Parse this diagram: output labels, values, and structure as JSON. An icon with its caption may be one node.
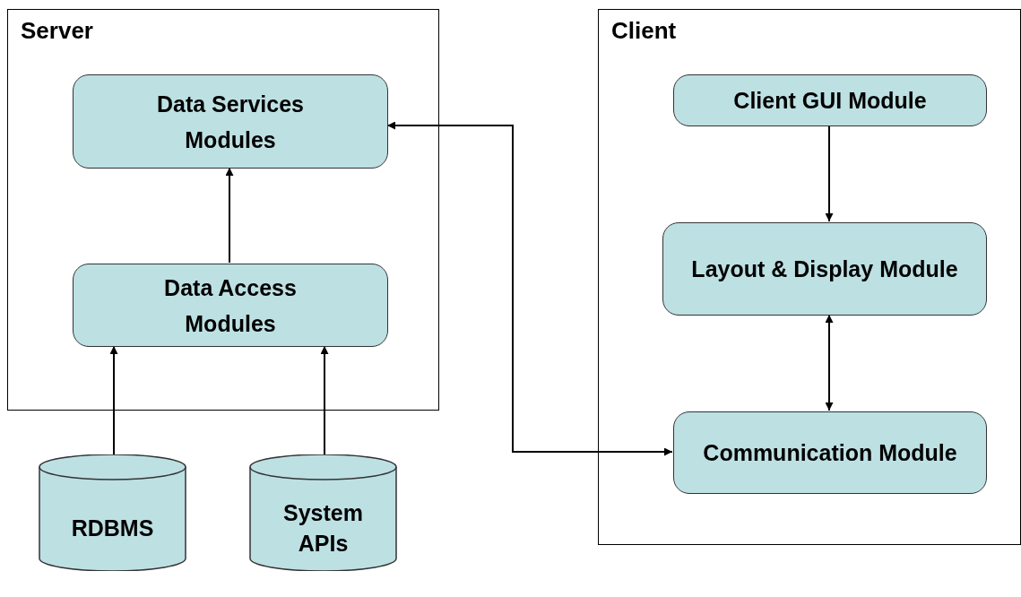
{
  "diagram": {
    "nodes": [
      {
        "text": [
          "Server"
        ]
      },
      {
        "text": [
          "Data Services Modules"
        ],
        "in": 0
      },
      {
        "text": [
          "Data Access Modules"
        ],
        "in": 0
      },
      {
        "text": [
          "Client"
        ]
      },
      {
        "text": [
          "Client GUI Module"
        ],
        "in": 3
      },
      {
        "text": [
          "Layout & Display Module"
        ],
        "in": 3
      },
      {
        "text": [
          "Communication Module"
        ],
        "in": 3
      },
      {
        "text": [
          "RDBMS"
        ]
      },
      {
        "text": [
          "System APIs"
        ]
      }
    ],
    "edges": [
      {
        "from": 2,
        "to": 1,
        "arrow": "to"
      },
      {
        "from": 7,
        "to": 2,
        "arrow": "to"
      },
      {
        "from": 8,
        "to": 2,
        "arrow": "to"
      },
      {
        "from": 6,
        "to": 1,
        "arrow": "both"
      },
      {
        "from": 4,
        "to": 5,
        "arrow": "to"
      },
      {
        "from": 5,
        "to": 6,
        "arrow": "both"
      }
    ]
  }
}
